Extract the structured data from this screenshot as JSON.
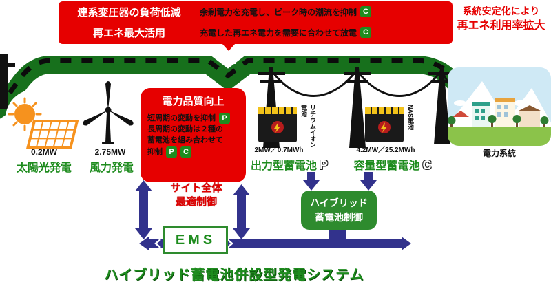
{
  "benefits_top": {
    "rows": [
      {
        "label": "連系変圧器の負荷低減",
        "desc": "余剰電力を充電し、ピーク時の潮流を抑制",
        "badge": "C"
      },
      {
        "label": "再エネ最大活用",
        "desc": "充電した再エネ電力を需要に合わせて放電",
        "badge": "C"
      }
    ]
  },
  "benefit_right": {
    "line1": "系統安定化により",
    "line2": "再エネ利用率拡大"
  },
  "generation": {
    "solar": {
      "capacity": "0.2MW",
      "label": "太陽光発電"
    },
    "wind": {
      "capacity": "2.75MW",
      "label": "風力発電"
    }
  },
  "quality_box": {
    "title": "電力品質向上",
    "line1": "短周期の変動を抑制",
    "badge1": "P",
    "line2": "長周期の変動は２種の",
    "line3": "蓄電池を組み合わせて",
    "line4": "抑制",
    "badge2": "P",
    "badge3": "C"
  },
  "batteries": {
    "power": {
      "name": "リチウムイオン電池",
      "spec": "2MW／0.7MWh",
      "label": "出力型蓄電池",
      "badge": "P"
    },
    "capacity": {
      "name": "NAS電池",
      "spec": "4.2MW／25.2MWh",
      "label": "容量型蓄電池",
      "badge": "C"
    }
  },
  "control": {
    "note_line1": "サイト全体",
    "note_line2": "最適制御",
    "ems": "EMS",
    "hybrid_line1": "ハイブリッド",
    "hybrid_line2": "蓄電池制御"
  },
  "town": {
    "caption": "電力系統"
  },
  "footer": {
    "title": "ハイブリッド蓄電池併設型発電システム"
  },
  "colors": {
    "red": "#e60000",
    "green": "#1e8c1e",
    "band_green": "#17701c",
    "blue": "#32328c",
    "orange": "#f6921e",
    "sky": "#cfe9f5"
  }
}
